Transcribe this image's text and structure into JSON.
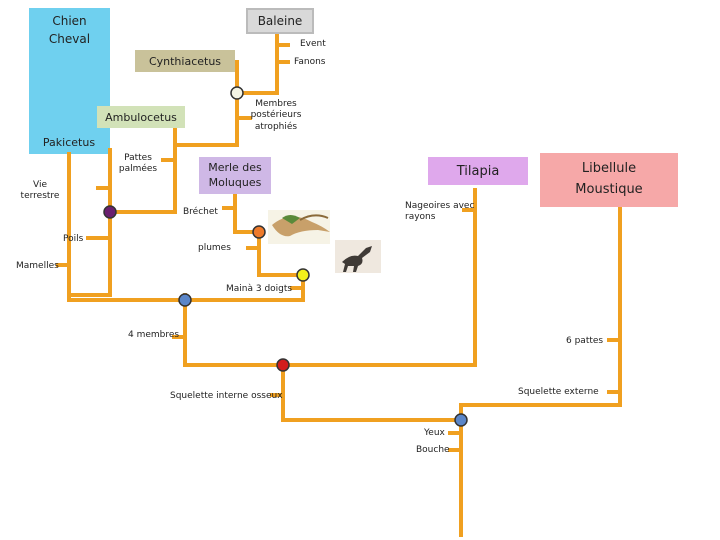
{
  "taxa": {
    "chien_cheval": "Chien\nCheval",
    "baleine": "Baleine",
    "cynthiacetus": "Cynthiacetus",
    "ambulocetus": "Ambulocetus",
    "pakicetus": "Pakicetus",
    "merle": "Merle des\nMoluques",
    "tilapia": "Tilapia",
    "libellule": "Libellule\nMoustique"
  },
  "characters": {
    "event": "Event",
    "fanons": "Fanons",
    "membres_posterieurs": "Membres\npostérieurs\natrophiés",
    "pattes_palmees": "Pattes\npalmées",
    "vie_terrestre": "Vie\nterrestre",
    "brechet": "Bréchet",
    "poils": "Poils",
    "plumes": "plumes",
    "mamelles": "Mamelles",
    "main_3_doigts": "Mainà 3 doigts",
    "quatre_membres": "4 membres",
    "six_pattes": "6 pattes",
    "squelette_interne": "Squelette interne osseux",
    "squelette_externe": "Squelette externe",
    "nageoires": "Nageoires avec\nrayons",
    "yeux": "Yeux",
    "bouche": "Bouche"
  },
  "colors": {
    "branch": "#f0a020",
    "mammal_box": "#6fd0ef",
    "baleine_box": "#d9d9d9",
    "cynthiacetus_box": "#c9c29a",
    "ambulocetus_box": "#d2e2b8",
    "merle_box": "#cfb8e6",
    "tilapia_box": "#dfa8ec",
    "libellule_box": "#f6a8a8",
    "node_white": "#f4f4e4",
    "node_purple": "#6a1f6f",
    "node_orange": "#ee7a2a",
    "node_yellow": "#f3f01a",
    "node_blue": "#5b86c8",
    "node_red": "#d21d1d"
  }
}
